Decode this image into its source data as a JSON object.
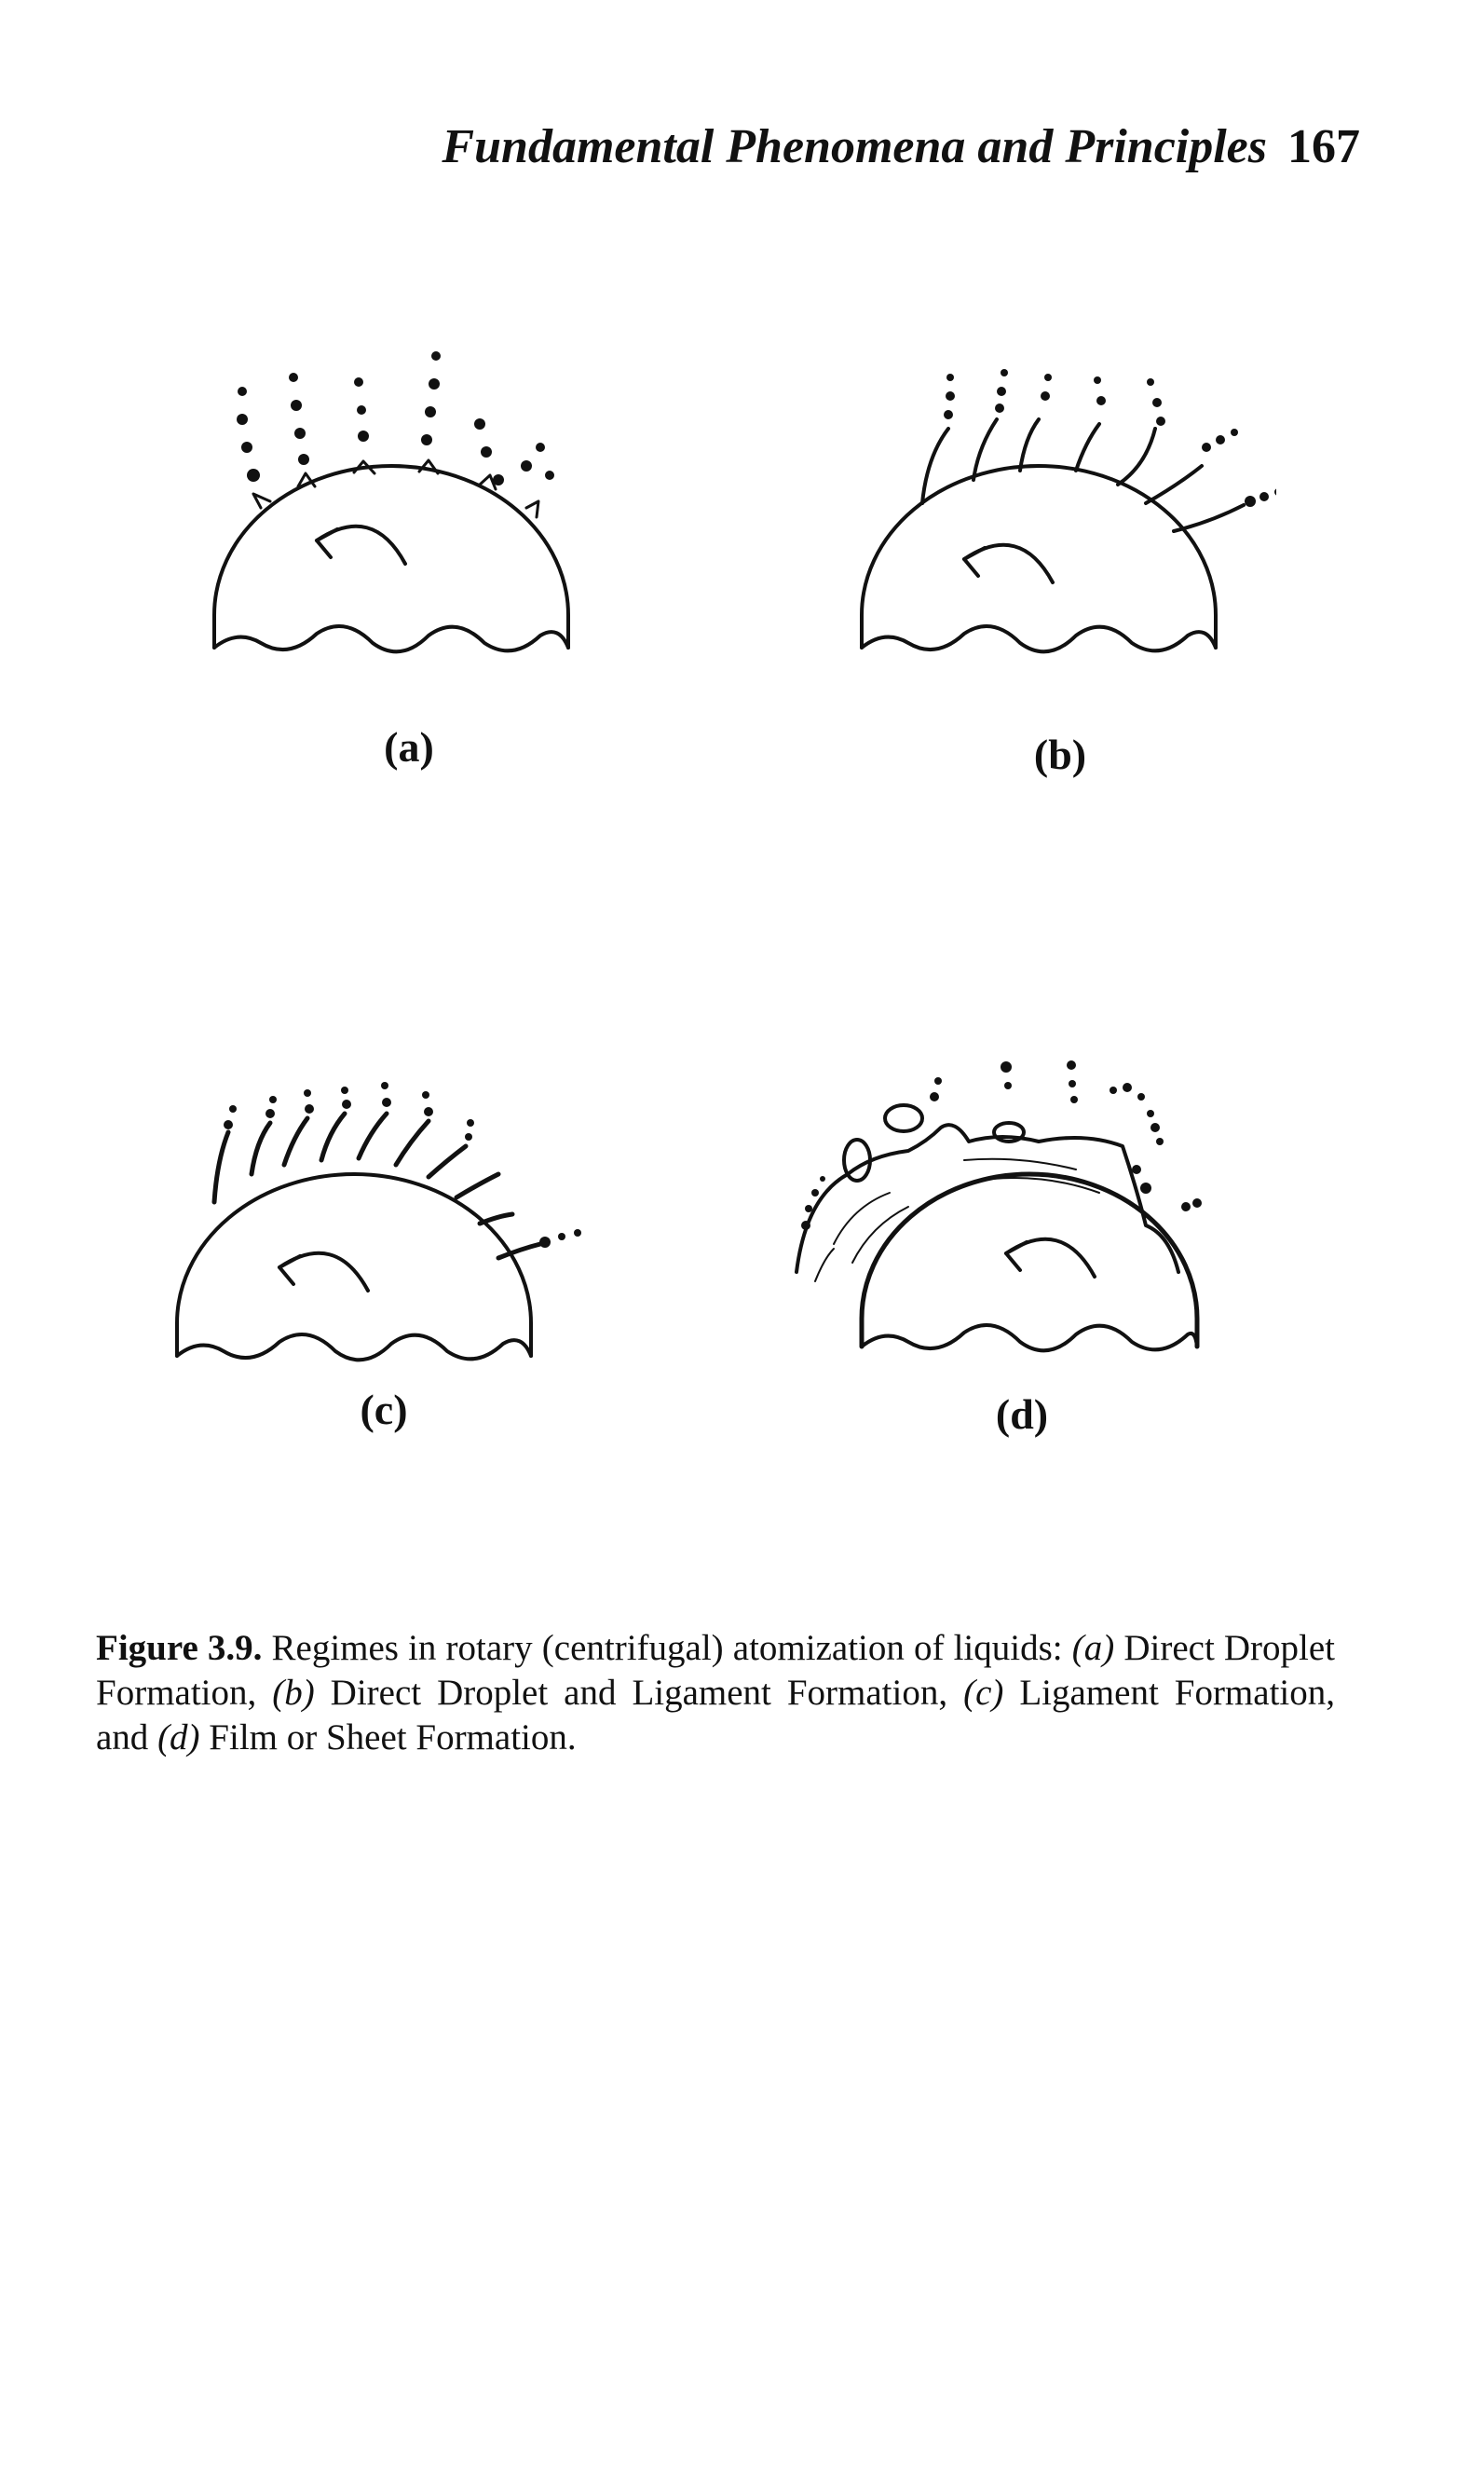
{
  "running_head": {
    "title": "Fundamental Phenomena and Principles",
    "page_number": "167"
  },
  "panels": [
    {
      "label": "(a)"
    },
    {
      "label": "(b)"
    },
    {
      "label": "(c)"
    },
    {
      "label": "(d)"
    }
  ],
  "caption": {
    "figure_number": "Figure 3.9.",
    "intro": " Regimes in rotary (centrifugal) atomization of liquids: ",
    "tag_a": "(a)",
    "text_a": " Direct Droplet Formation, ",
    "tag_b": "(b)",
    "text_b": " Direct Droplet and Ligament Formation, ",
    "tag_c": "(c)",
    "text_c": " Ligament Formation, and ",
    "tag_d": "(d)",
    "text_d": " Film or Sheet Formation."
  }
}
